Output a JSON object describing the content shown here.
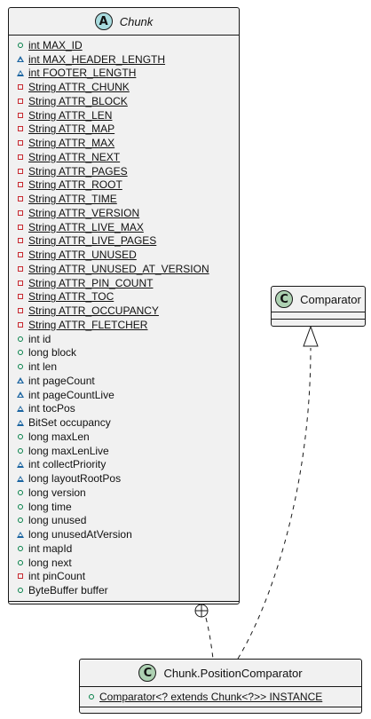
{
  "chunk": {
    "stereotype": "A",
    "name": "Chunk",
    "fields": [
      {
        "vis": "public",
        "static": true,
        "text": "int MAX_ID"
      },
      {
        "vis": "package",
        "static": true,
        "text": "int MAX_HEADER_LENGTH"
      },
      {
        "vis": "package",
        "static": true,
        "text": "int FOOTER_LENGTH"
      },
      {
        "vis": "private",
        "static": true,
        "text": "String ATTR_CHUNK"
      },
      {
        "vis": "private",
        "static": true,
        "text": "String ATTR_BLOCK"
      },
      {
        "vis": "private",
        "static": true,
        "text": "String ATTR_LEN"
      },
      {
        "vis": "private",
        "static": true,
        "text": "String ATTR_MAP"
      },
      {
        "vis": "private",
        "static": true,
        "text": "String ATTR_MAX"
      },
      {
        "vis": "private",
        "static": true,
        "text": "String ATTR_NEXT"
      },
      {
        "vis": "private",
        "static": true,
        "text": "String ATTR_PAGES"
      },
      {
        "vis": "private",
        "static": true,
        "text": "String ATTR_ROOT"
      },
      {
        "vis": "private",
        "static": true,
        "text": "String ATTR_TIME"
      },
      {
        "vis": "private",
        "static": true,
        "text": "String ATTR_VERSION"
      },
      {
        "vis": "private",
        "static": true,
        "text": "String ATTR_LIVE_MAX"
      },
      {
        "vis": "private",
        "static": true,
        "text": "String ATTR_LIVE_PAGES"
      },
      {
        "vis": "private",
        "static": true,
        "text": "String ATTR_UNUSED"
      },
      {
        "vis": "private",
        "static": true,
        "text": "String ATTR_UNUSED_AT_VERSION"
      },
      {
        "vis": "private",
        "static": true,
        "text": "String ATTR_PIN_COUNT"
      },
      {
        "vis": "private",
        "static": true,
        "text": "String ATTR_TOC"
      },
      {
        "vis": "private",
        "static": true,
        "text": "String ATTR_OCCUPANCY"
      },
      {
        "vis": "private",
        "static": true,
        "text": "String ATTR_FLETCHER"
      },
      {
        "vis": "public",
        "static": false,
        "text": "int id"
      },
      {
        "vis": "public",
        "static": false,
        "text": "long block"
      },
      {
        "vis": "public",
        "static": false,
        "text": "int len"
      },
      {
        "vis": "package",
        "static": false,
        "text": "int pageCount"
      },
      {
        "vis": "package",
        "static": false,
        "text": "int pageCountLive"
      },
      {
        "vis": "package",
        "static": false,
        "text": "int tocPos"
      },
      {
        "vis": "package",
        "static": false,
        "text": "BitSet occupancy"
      },
      {
        "vis": "public",
        "static": false,
        "text": "long maxLen"
      },
      {
        "vis": "public",
        "static": false,
        "text": "long maxLenLive"
      },
      {
        "vis": "package",
        "static": false,
        "text": "int collectPriority"
      },
      {
        "vis": "package",
        "static": false,
        "text": "long layoutRootPos"
      },
      {
        "vis": "public",
        "static": false,
        "text": "long version"
      },
      {
        "vis": "public",
        "static": false,
        "text": "long time"
      },
      {
        "vis": "public",
        "static": false,
        "text": "long unused"
      },
      {
        "vis": "package",
        "static": false,
        "text": "long unusedAtVersion"
      },
      {
        "vis": "public",
        "static": false,
        "text": "int mapId"
      },
      {
        "vis": "public",
        "static": false,
        "text": "long next"
      },
      {
        "vis": "private",
        "static": false,
        "text": "int pinCount"
      },
      {
        "vis": "public",
        "static": false,
        "text": "ByteBuffer buffer"
      }
    ]
  },
  "comparator": {
    "stereotype": "C",
    "name": "Comparator"
  },
  "position_comparator": {
    "stereotype": "C",
    "name": "Chunk.PositionComparator",
    "fields": [
      {
        "vis": "public",
        "static": true,
        "text": "Comparator<? extends Chunk<?>> INSTANCE"
      }
    ]
  },
  "colors": {
    "background": "#ffffff",
    "class_fill": "#f1f1f1",
    "border": "#181818",
    "abstract_badge": "#a9dcdf",
    "class_badge": "#add1b2",
    "public": "#038048",
    "package": "#1963a0",
    "private": "#c82930"
  }
}
